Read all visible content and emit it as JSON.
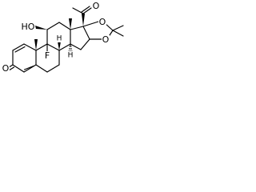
{
  "molecule": {
    "atoms": {
      "oxygen_ketone_bottom": "O",
      "hydroxyl": "HO",
      "fluorine": "F",
      "hydrogen_a": "H",
      "hydrogen_b": "H",
      "oxygen_ketone_top": "O",
      "oxygen_ring_upper": "O",
      "oxygen_ring_lower": "O"
    }
  }
}
